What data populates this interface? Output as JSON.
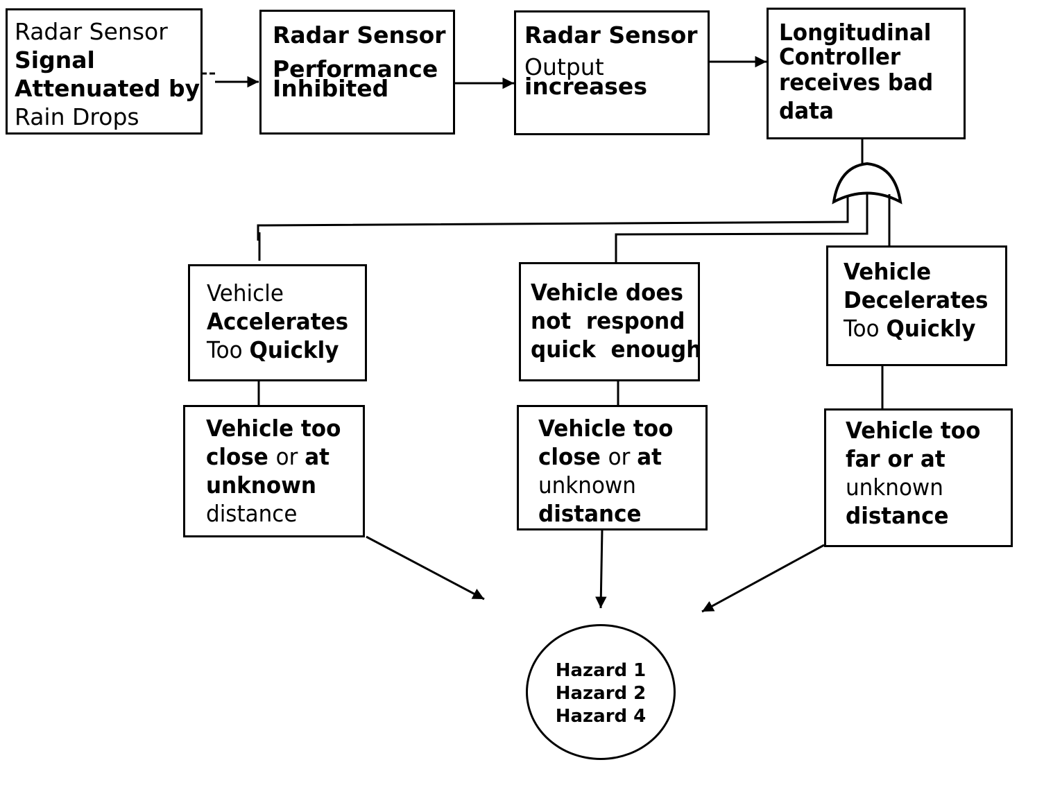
{
  "boxes": {
    "radar_signal": [
      "Radar Sensor",
      "Signal",
      "Attenuated by",
      "Rain Drops"
    ],
    "radar_performance": [
      "Radar Sensor",
      "Performance",
      "Inhibited"
    ],
    "radar_output": [
      "Radar Sensor",
      "Output",
      "increases"
    ],
    "longitudinal": [
      "Longitudinal",
      "Controller",
      "receives bad",
      "data"
    ],
    "accelerates": {
      "l1": "Vehicle",
      "l2": "Accelerates",
      "l3a": "Too ",
      "l3b": "Quickly"
    },
    "not_respond": [
      "Vehicle does",
      "not  respond",
      "quick  enough"
    ],
    "decelerates": {
      "l1": "Vehicle",
      "l2": "Decelerates",
      "l3a": "Too ",
      "l3b": "Quickly"
    },
    "too_close_1": {
      "l1": "Vehicle too",
      "l2a": "close ",
      "l2b": "or ",
      "l2c": "at",
      "l3": "unknown",
      "l4": "distance"
    },
    "too_close_2": {
      "l1": "Vehicle too",
      "l2a": "close ",
      "l2b": "or ",
      "l2c": "at",
      "l3": "unknown",
      "l4": "distance"
    },
    "too_far": {
      "l1": "Vehicle too",
      "l2": "far or at",
      "l3": "unknown",
      "l4": "distance"
    }
  },
  "hazard": [
    "Hazard 1",
    "Hazard 2",
    "Hazard 4"
  ]
}
